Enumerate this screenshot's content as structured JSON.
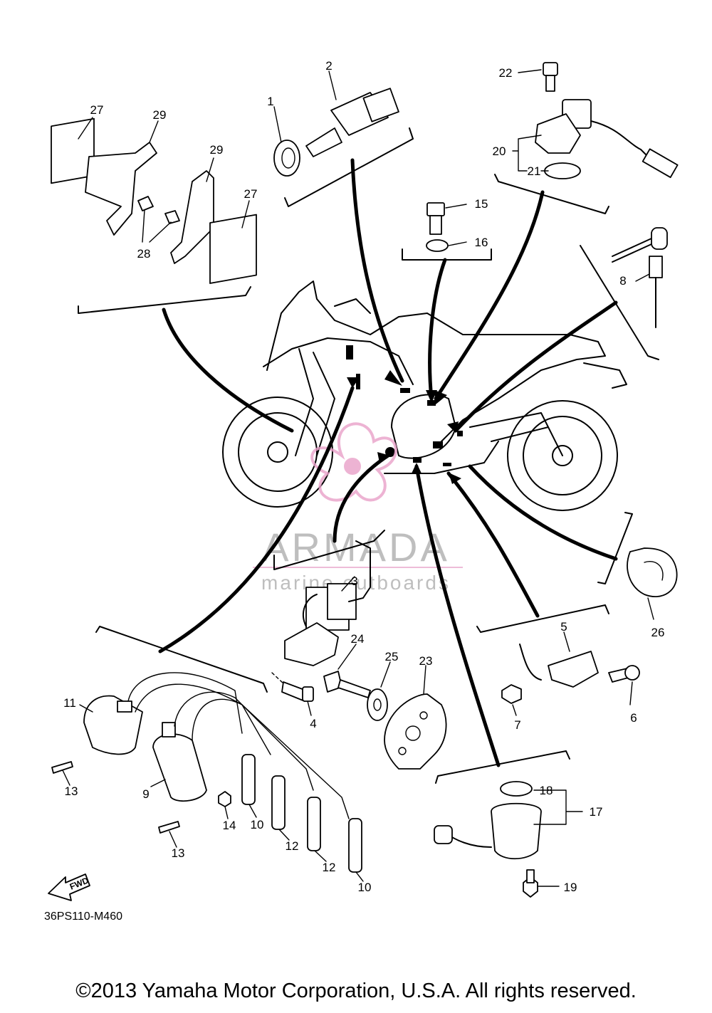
{
  "callouts": [
    "1",
    "2",
    "3",
    "4",
    "5",
    "6",
    "7",
    "8",
    "9",
    "10",
    "11",
    "12",
    "13",
    "14",
    "15",
    "16",
    "17",
    "18",
    "19",
    "20",
    "21",
    "22",
    "23",
    "24",
    "25",
    "26",
    "27",
    "28",
    "29"
  ],
  "diagram_code": "36PS110-M460",
  "fwd_label": "FWD",
  "watermark": {
    "brand": "ARMADA",
    "tagline": "marine outboards",
    "brand_color": "#8a8a8a",
    "accent_color": "#e8a0c8"
  },
  "copyright": "©2013 Yamaha Motor Corporation, U.S.A. All rights reserved."
}
